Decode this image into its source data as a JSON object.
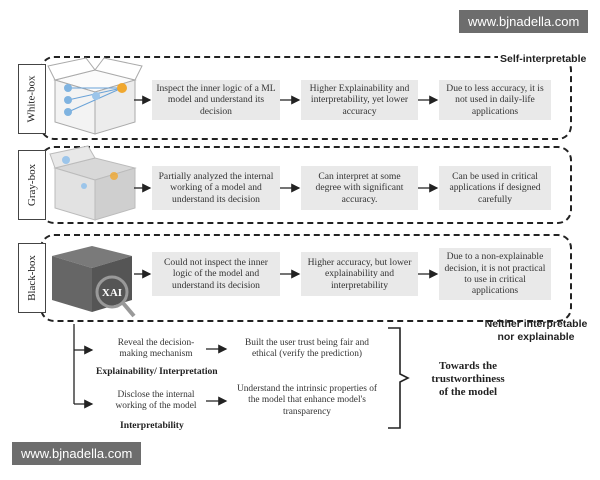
{
  "watermark": {
    "text": "www.bjnadella.com"
  },
  "rows": [
    {
      "label": "White-box",
      "steps": [
        "Inspect the inner logic of a ML model and understand its decision",
        "Higher Explainability and interpretability, yet lower accuracy",
        "Due to less accuracy, it is not used in daily-life applications"
      ]
    },
    {
      "label": "Gray-box",
      "steps": [
        "Partially analyzed the internal working of a model and understand its decision",
        "Can interpret at some degree with significant accuracy.",
        "Can be used in critical applications if designed carefully"
      ]
    },
    {
      "label": "Black-box",
      "steps": [
        "Could not inspect the inner logic of the model and understand its decision",
        "Higher accuracy, but lower explainability and interpretability",
        "Due to a non-explainable decision, it is not practical to use in critical applications"
      ]
    }
  ],
  "tags": {
    "self": "Self-interpretable",
    "neither_l1": "Neither interpretable",
    "neither_l2": "nor explainable",
    "towards_l1": "Towards the",
    "towards_l2": "trustworthiness",
    "towards_l3": "of the model"
  },
  "icons": {
    "xai": "XAI"
  },
  "explain": {
    "left": "Reveal the decision-making mechanism",
    "right": "Built the user trust being fair and ethical (verify the prediction)",
    "title": "Explainability/ Interpretation"
  },
  "interp": {
    "left": "Disclose the internal working of the model",
    "right": "Understand the intrinsic properties of the model that enhance model's transparency",
    "title": "Interpretability"
  }
}
